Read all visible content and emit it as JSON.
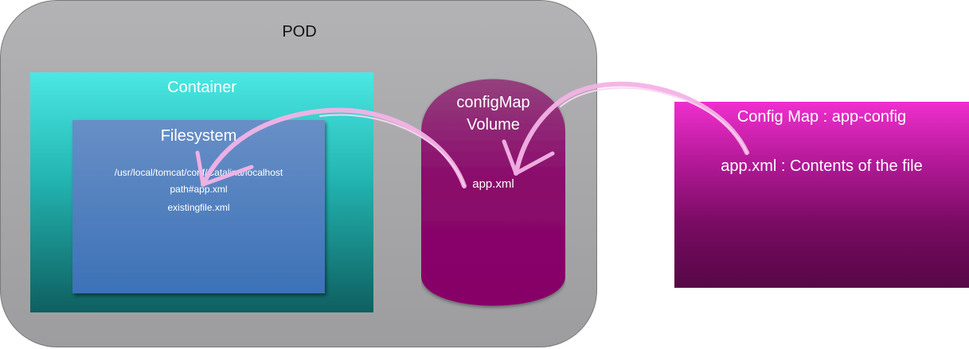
{
  "pod": {
    "label": "POD"
  },
  "container": {
    "label": "Container"
  },
  "filesystem": {
    "label": "Filesystem",
    "lines": [
      "/usr/local/tomcat/conf/Catalina/localhost",
      "path#app.xml",
      "existingfile.xml"
    ]
  },
  "volume": {
    "label_line1": "configMap",
    "label_line2": "Volume",
    "file": "app.xml"
  },
  "config_map": {
    "label": "Config Map : app-config",
    "content": "app.xml : Contents of the file"
  },
  "colors": {
    "pod": "#b0b0b2",
    "container": "#4be8e4",
    "filesystem": "#4f80c0",
    "volume": "#8a0a6b",
    "config_map": "#ef2fce",
    "arrow": "#f4b3e6"
  },
  "arrows": [
    {
      "from": "config_map",
      "to": "volume"
    },
    {
      "from": "volume",
      "to": "filesystem"
    }
  ]
}
